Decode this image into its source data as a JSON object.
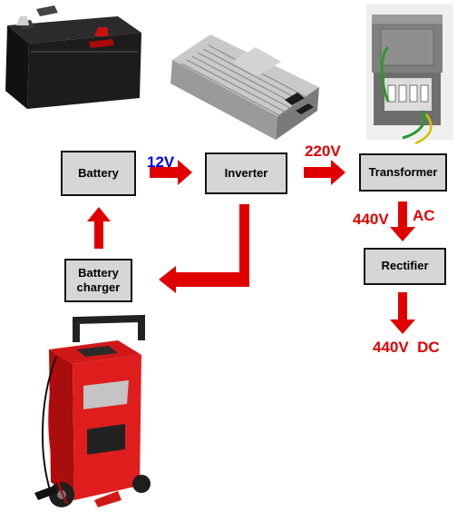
{
  "colors": {
    "arrow": "#e00000",
    "label_red": "#e00000",
    "label_blue": "#0000ee",
    "block_fill": "#d6d6d6",
    "block_border": "#111111"
  },
  "blocks": {
    "battery": "Battery",
    "inverter": "Inverter",
    "transformer": "Transformer",
    "rectifier": "Rectifier",
    "battery_charger": "Battery\ncharger"
  },
  "labels": {
    "battery_to_inverter": "12V",
    "inverter_to_transformer": "220V",
    "transformer_to_rectifier_value": "440V",
    "transformer_to_rectifier_type": "AC",
    "output": "440V  DC"
  },
  "images": {
    "car_battery": "car-battery-photo",
    "power_inverter": "power-inverter-photo",
    "transformer": "transformer-photo",
    "battery_charger": "battery-charger-photo"
  }
}
